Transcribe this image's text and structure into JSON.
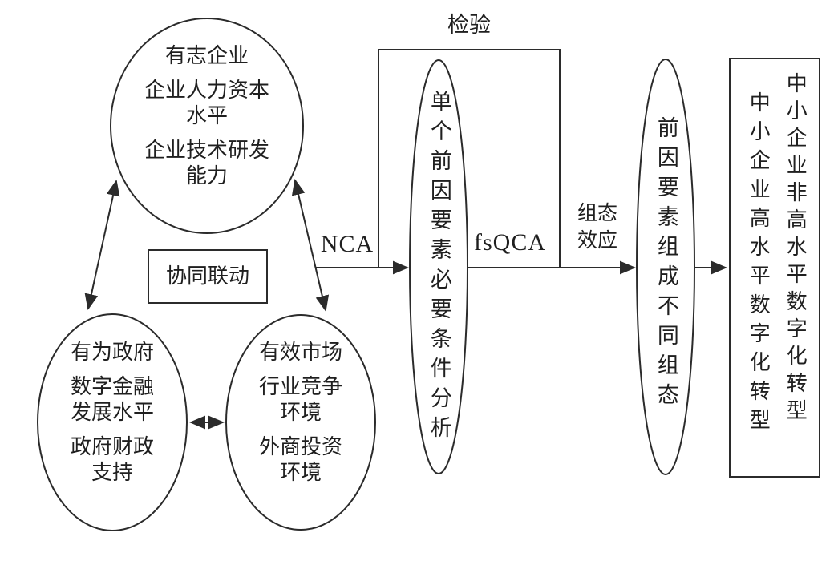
{
  "diagram": {
    "conditions": {
      "enterprise": {
        "title": "有志企业",
        "factors": [
          "企业人力资本水平",
          "企业技术研发能力"
        ]
      },
      "government": {
        "title": "有为政府",
        "factors": [
          "数字金融发展水平",
          "政府财政支持"
        ]
      },
      "market": {
        "title": "有效市场",
        "factors": [
          "行业竞争环境",
          "外商投资环境"
        ]
      }
    },
    "synergy_label": "协同联动",
    "test_label": "检验",
    "nca_method_label": "NCA",
    "fsqca_method_label": "fsQCA",
    "config_effect_label": "组态效应",
    "nca_ellipse_text": "单个前因要素必要条件分析",
    "config_ellipse_text": "前因要素组成不同组态",
    "outcomes": [
      "中小企业非高水平数字化转型",
      "中小企业高水平数字化转型"
    ],
    "colors": {
      "stroke": "#2b2b2b",
      "background": "#ffffff"
    }
  }
}
